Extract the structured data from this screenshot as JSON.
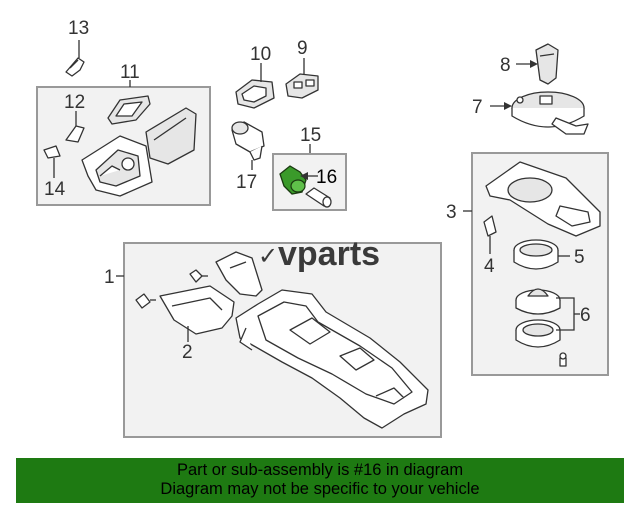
{
  "logo": {
    "mark": "✓",
    "text": "vparts"
  },
  "banner": {
    "line1": "Part or sub-assembly is #16 in diagram",
    "line2": "Diagram may not be specific to your vehicle",
    "color": "#1e7a12"
  },
  "highlight_color": "#3a9a2a",
  "callouts": {
    "c1": "1",
    "c2": "2",
    "c3": "3",
    "c4": "4",
    "c5": "5",
    "c6": "6",
    "c7": "7",
    "c8": "8",
    "c9": "9",
    "c10": "10",
    "c11": "11",
    "c12": "12",
    "c13": "13",
    "c14": "14",
    "c15": "15",
    "c16": "16",
    "c17": "17"
  }
}
